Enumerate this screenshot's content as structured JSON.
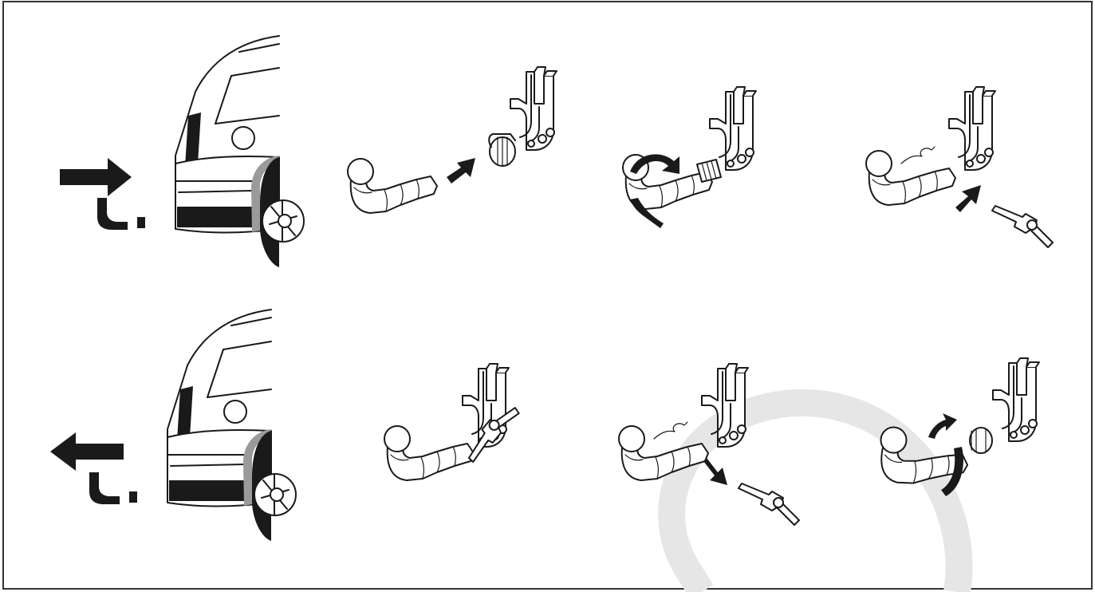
{
  "diagram": {
    "panels": [
      {
        "id": "car-top"
      },
      {
        "id": "step-1"
      },
      {
        "id": "step-2"
      },
      {
        "id": "step-3"
      },
      {
        "id": "car-bottom"
      },
      {
        "id": "step-4"
      },
      {
        "id": "step-5"
      },
      {
        "id": "step-6"
      }
    ],
    "colors": {
      "ink": "#1a1a1a",
      "fill": "#ffffff",
      "shade": "#9a9a9a",
      "watermark": "#e6e6e6",
      "border": "#333333"
    }
  }
}
